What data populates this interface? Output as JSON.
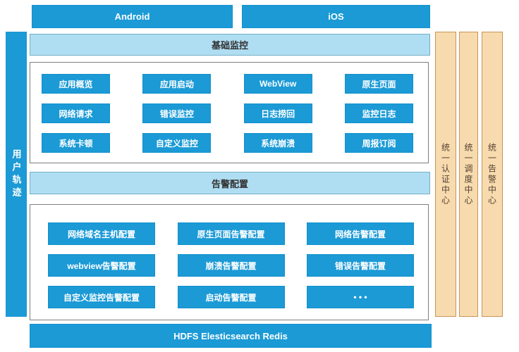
{
  "page": {
    "platforms": [
      {
        "label": "Android"
      },
      {
        "label": "iOS"
      }
    ],
    "left_bar": {
      "label": "用户轨迹"
    },
    "sections": {
      "basic_monitor": {
        "title": "基础监控",
        "buttons": [
          "应用概览",
          "应用启动",
          "WebView",
          "原生页面",
          "网络请求",
          "错误监控",
          "日志捞回",
          "监控日志",
          "系统卡顿",
          "自定义监控",
          "系统崩溃",
          "周报订阅"
        ]
      },
      "alert_config": {
        "title": "告警配置",
        "buttons": [
          "网络域名主机配置",
          "原生页面告警配置",
          "网络告警配置",
          "webview告警配置",
          "崩溃告警配置",
          "错误告警配置",
          "自定义监控告警配置",
          "启动告警配置",
          "• • •"
        ]
      }
    },
    "right_bars": [
      "统一认证中心",
      "统一调度中心",
      "统一告警中心"
    ],
    "storage_bar": {
      "label": "HDFS Elesticsearch Redis"
    },
    "colors": {
      "primary_blue": "#1B9AD6",
      "light_blue_fill": "#AFDEF2",
      "light_blue_border": "#74AEC6",
      "container_border": "#7f7f7f",
      "orange_fill": "#F7DBAE",
      "orange_border": "#C99455",
      "orange_text": "#554233"
    }
  }
}
